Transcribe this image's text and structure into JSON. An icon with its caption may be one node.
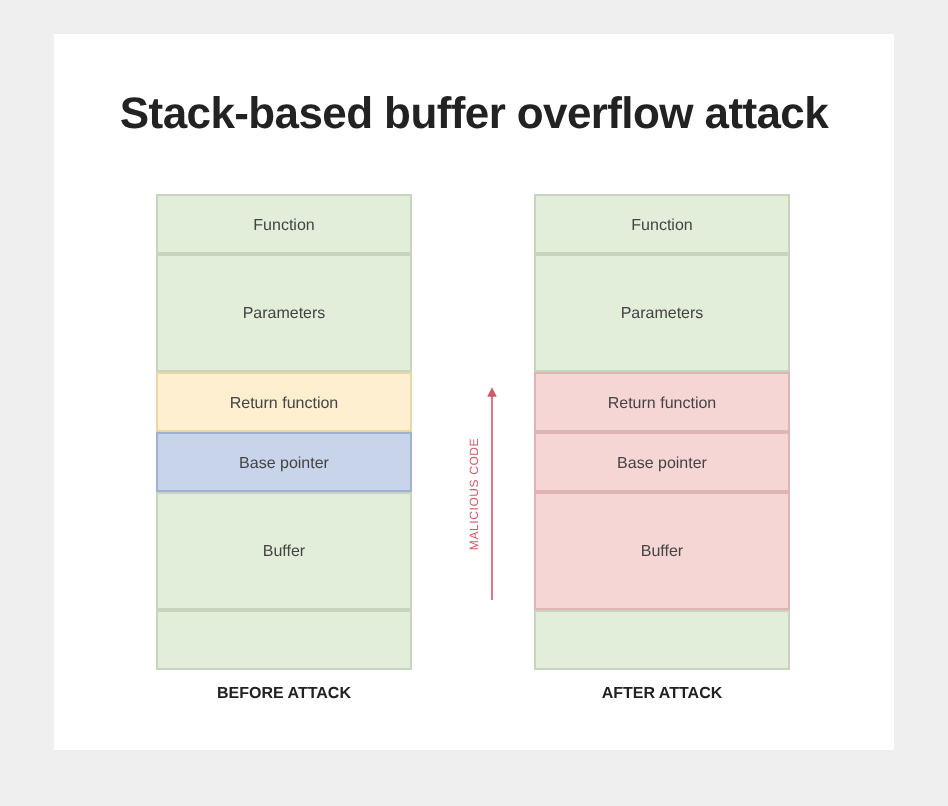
{
  "diagram": {
    "title": "Stack-based buffer overflow attack",
    "nodes": [
      {
        "text": [
          "BEFORE ATTACK"
        ]
      },
      {
        "text": [
          "Function"
        ],
        "in": 0
      },
      {
        "text": [
          "Parameters"
        ],
        "in": 0
      },
      {
        "text": [
          "Return function"
        ],
        "in": 0
      },
      {
        "text": [
          "Base pointer"
        ],
        "in": 0
      },
      {
        "text": [
          "Buffer"
        ],
        "in": 0
      },
      {
        "text": [],
        "shape": "box",
        "in": 0
      },
      {
        "text": [
          "AFTER ATTACK"
        ]
      },
      {
        "text": [
          "Function"
        ],
        "in": 7
      },
      {
        "text": [
          "Parameters"
        ],
        "in": 7
      },
      {
        "text": [
          "Return function"
        ],
        "in": 7
      },
      {
        "text": [
          "Base pointer"
        ],
        "in": 7
      },
      {
        "text": [
          "Buffer"
        ],
        "in": 7
      },
      {
        "text": [],
        "shape": "box",
        "in": 7
      }
    ],
    "labels": [
      "MALICIOUS CODE"
    ]
  }
}
